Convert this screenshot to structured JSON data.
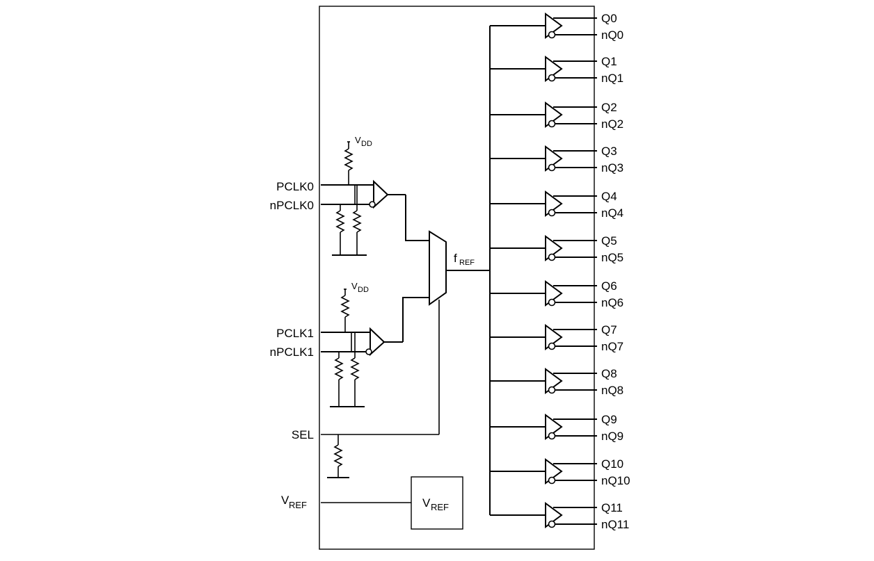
{
  "inputs": {
    "pclk0": "PCLK0",
    "npclk0": "nPCLK0",
    "pclk1": "PCLK1",
    "npclk1": "nPCLK1",
    "sel": "SEL",
    "vref_main": "V",
    "vref_sub": "REF"
  },
  "supply": {
    "vdd_main": "V",
    "vdd_sub": "DD"
  },
  "mux": {
    "fref_main": "f",
    "fref_sub": "REF"
  },
  "vref_block": {
    "main": "V",
    "sub": "REF"
  },
  "outputs": [
    {
      "q": "Q0",
      "nq": "nQ0"
    },
    {
      "q": "Q1",
      "nq": "nQ1"
    },
    {
      "q": "Q2",
      "nq": "nQ2"
    },
    {
      "q": "Q3",
      "nq": "nQ3"
    },
    {
      "q": "Q4",
      "nq": "nQ4"
    },
    {
      "q": "Q5",
      "nq": "nQ5"
    },
    {
      "q": "Q6",
      "nq": "nQ6"
    },
    {
      "q": "Q7",
      "nq": "nQ7"
    },
    {
      "q": "Q8",
      "nq": "nQ8"
    },
    {
      "q": "Q9",
      "nq": "nQ9"
    },
    {
      "q": "Q10",
      "nq": "nQ10"
    },
    {
      "q": "Q11",
      "nq": "nQ11"
    }
  ]
}
